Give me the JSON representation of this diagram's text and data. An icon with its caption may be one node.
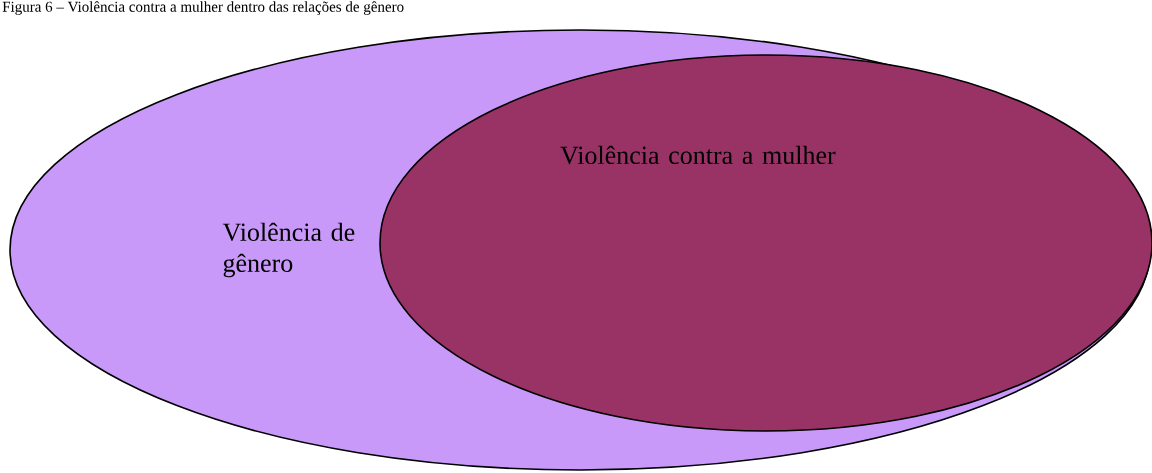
{
  "diagram": {
    "title": "Figura 6 – Violência contra a mulher dentro das relações de gênero",
    "nodes": [
      {
        "text": [
          "Violência de gênero"
        ]
      },
      {
        "text": [
          "Violência contra a mulher"
        ],
        "in": 0
      }
    ]
  }
}
